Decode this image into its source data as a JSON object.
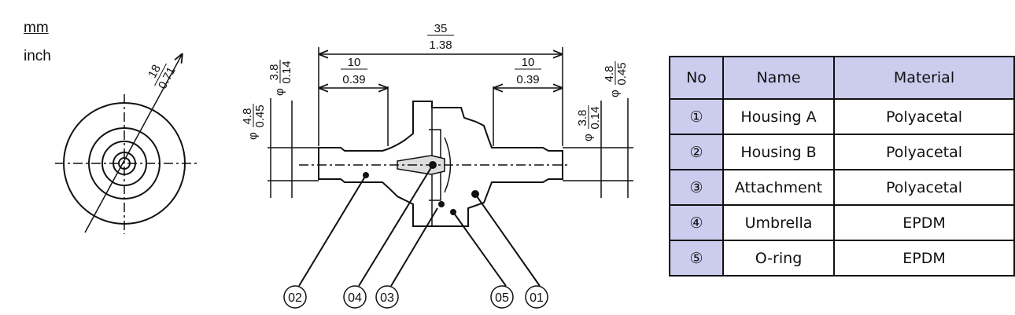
{
  "units": {
    "primary": "mm",
    "secondary": "inch"
  },
  "front_view": {
    "diameter_mm": "18",
    "diameter_inch": "0.71"
  },
  "side_view": {
    "overall_length": {
      "mm": "35",
      "inch": "1.38"
    },
    "left_end_length": {
      "mm": "10",
      "inch": "0.39"
    },
    "right_end_length": {
      "mm": "10",
      "inch": "0.39"
    },
    "left_outer_dia": {
      "symbol": "φ",
      "mm": "4.8",
      "inch": "0.45"
    },
    "left_inner_dia": {
      "symbol": "φ",
      "mm": "3.8",
      "inch": "0.14"
    },
    "right_outer_dia": {
      "symbol": "φ",
      "mm": "4.8",
      "inch": "0.45"
    },
    "right_inner_dia": {
      "symbol": "φ",
      "mm": "3.8",
      "inch": "0.14"
    },
    "callouts": [
      "02",
      "04",
      "03",
      "05",
      "01"
    ]
  },
  "parts_table": {
    "headers": [
      "No",
      "Name",
      "Material"
    ],
    "rows": [
      {
        "no": "①",
        "name": "Housing A",
        "material": "Polyacetal"
      },
      {
        "no": "②",
        "name": "Housing B",
        "material": "Polyacetal"
      },
      {
        "no": "③",
        "name": "Attachment",
        "material": "Polyacetal"
      },
      {
        "no": "④",
        "name": "Umbrella",
        "material": "EPDM"
      },
      {
        "no": "⑤",
        "name": "O-ring",
        "material": "EPDM"
      }
    ]
  },
  "colors": {
    "header_bg": "#ccccee",
    "line": "#111111"
  }
}
